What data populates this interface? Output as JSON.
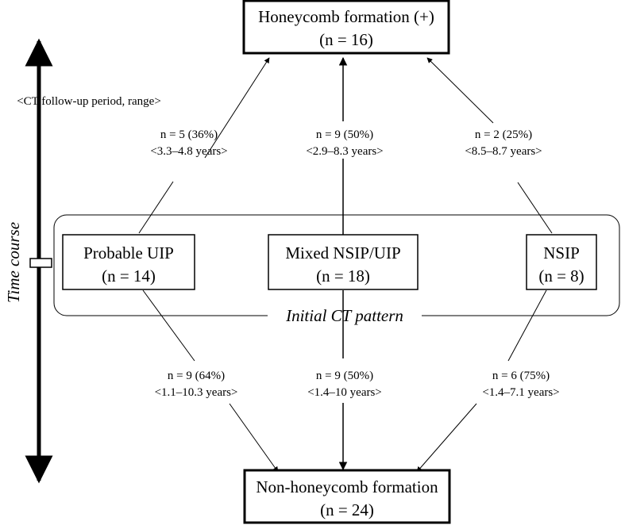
{
  "time_axis": {
    "label": "Time course"
  },
  "followup_caption": "<CT follow-up period, range>",
  "initial_group": {
    "label": "Initial CT pattern"
  },
  "top_box": {
    "line1": "Honeycomb formation (+)",
    "line2": "(n = 16)"
  },
  "bottom_box": {
    "line1": "Non-honeycomb formation",
    "line2": "(n = 24)"
  },
  "patterns": [
    {
      "line1": "Probable UIP",
      "line2": "(n = 14)"
    },
    {
      "line1": "Mixed NSIP/UIP",
      "line2": "(n = 18)"
    },
    {
      "line1": "NSIP",
      "line2": "(n = 8)"
    }
  ],
  "up_labels": [
    {
      "count": "n = 5 (36%)",
      "range": "<3.3–4.8 years>"
    },
    {
      "count": "n = 9 (50%)",
      "range": "<2.9–8.3 years>"
    },
    {
      "count": "n = 2 (25%)",
      "range": "<8.5–8.7 years>"
    }
  ],
  "down_labels": [
    {
      "count": "n = 9 (64%)",
      "range": "<1.1–10.3 years>"
    },
    {
      "count": "n = 9 (50%)",
      "range": "<1.4–10 years>"
    },
    {
      "count": "n = 6  (75%)",
      "range": "<1.4–7.1 years>"
    }
  ]
}
